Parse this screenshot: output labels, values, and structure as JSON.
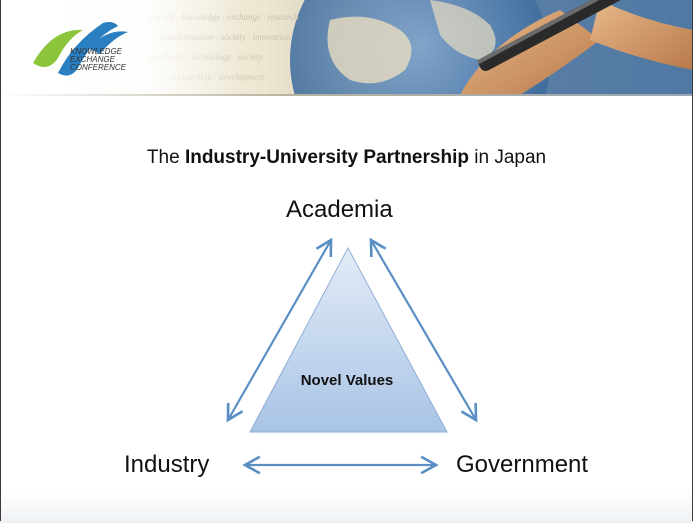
{
  "header": {
    "logo_text_line1": "KNOWLEDGE",
    "logo_text_line2": "EXCHANGE",
    "logo_text_line3": "CONFERENCE"
  },
  "title": {
    "prefix": "The ",
    "bold": "Industry-University Partnership",
    "suffix": " in Japan"
  },
  "nodes": {
    "top": "Academia",
    "left": "Industry",
    "right": "Government"
  },
  "center": {
    "label": "Novel Values"
  },
  "colors": {
    "arrow": "#5b8fc4",
    "triangle_fill_top": "#e3ecf7",
    "triangle_fill_bottom": "#a9c4e6",
    "triangle_stroke": "#8eaed6",
    "logo_green": "#8cc43c",
    "logo_blue": "#2a7fc1"
  }
}
